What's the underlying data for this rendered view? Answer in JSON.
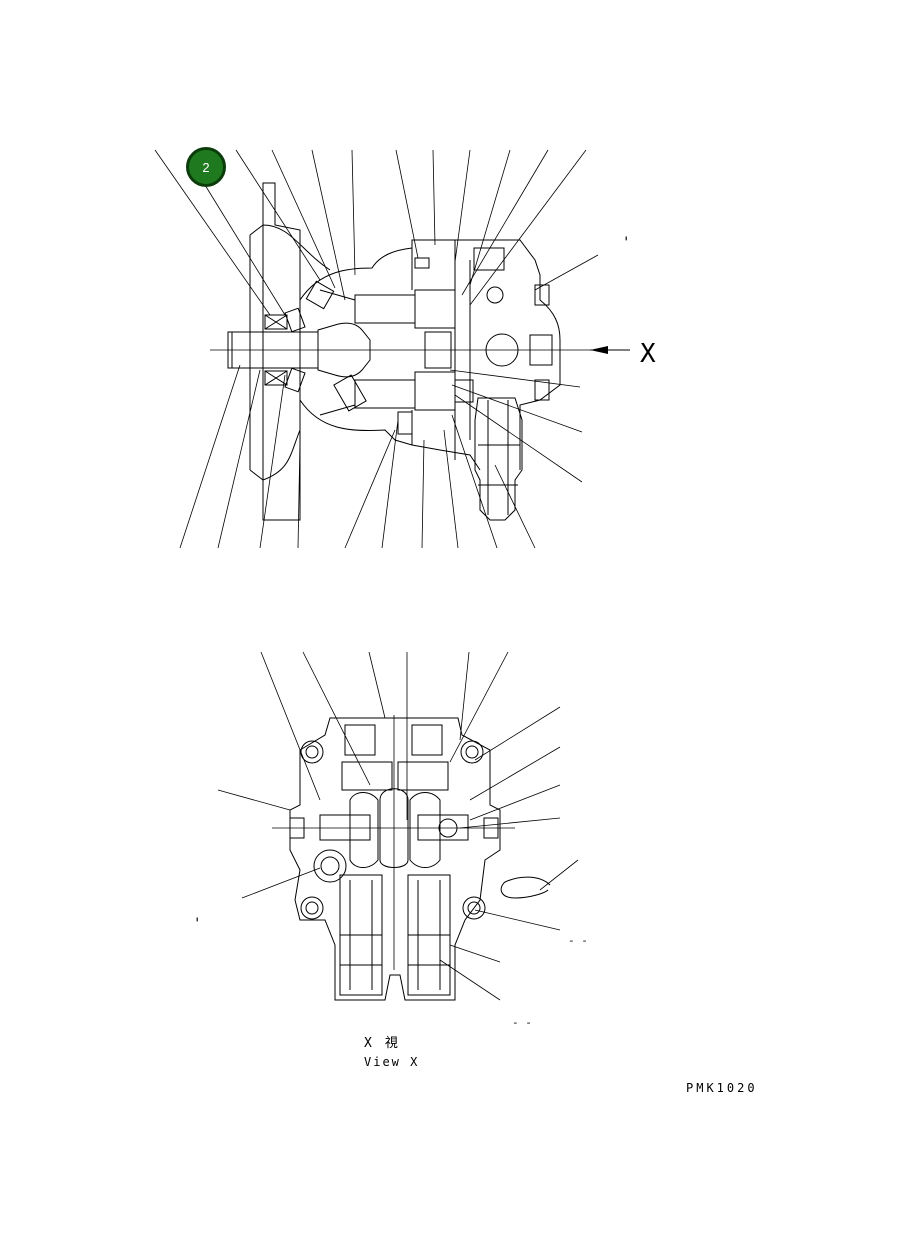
{
  "callout": {
    "number": "2",
    "color": "#1f7a1f"
  },
  "top_view": {
    "arrow_label": "X",
    "tick_mark": "'"
  },
  "bottom_view": {
    "caption_jp": "X　視",
    "caption_en": "View X",
    "tick_mark": "'",
    "dash_marks": [
      "- -",
      "- -"
    ]
  },
  "drawing_code": "PMK1020"
}
